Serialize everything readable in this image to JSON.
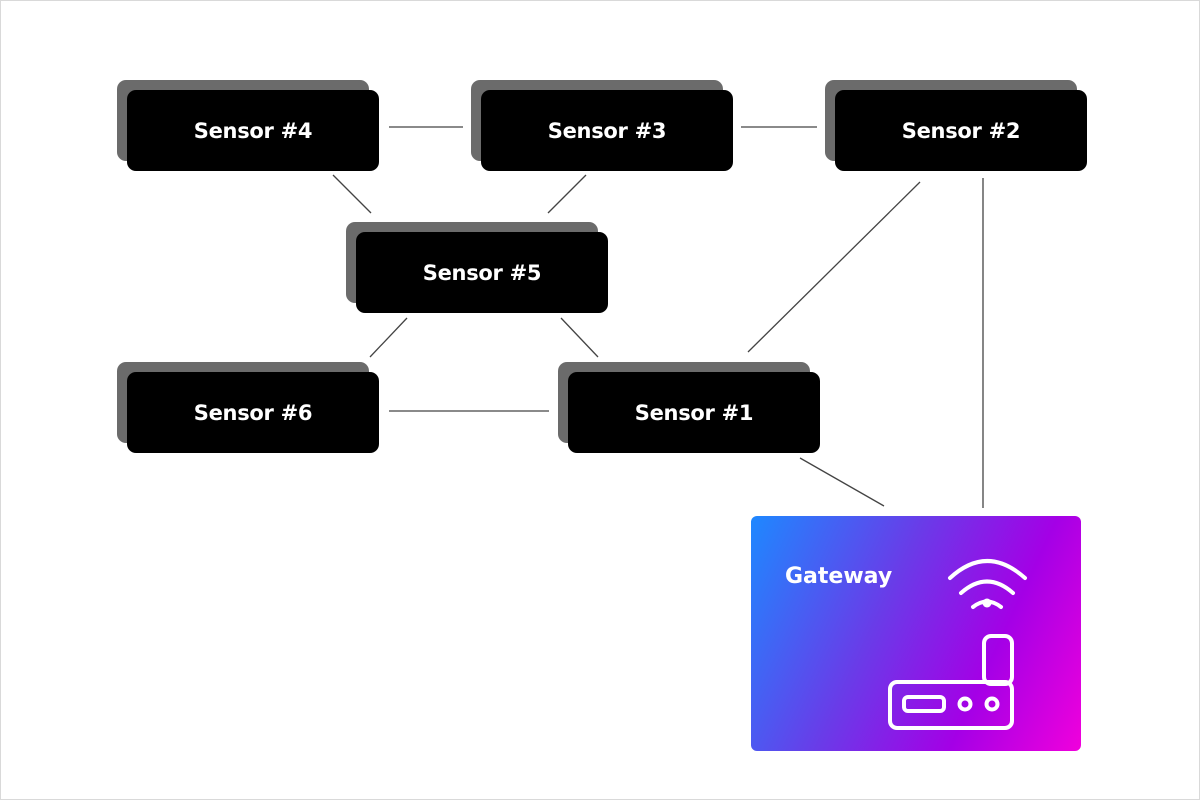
{
  "nodes": [
    {
      "id": "s4",
      "label": "Sensor #4"
    },
    {
      "id": "s3",
      "label": "Sensor #3"
    },
    {
      "id": "s2",
      "label": "Sensor #2"
    },
    {
      "id": "s5",
      "label": "Sensor #5"
    },
    {
      "id": "s6",
      "label": "Sensor #6"
    },
    {
      "id": "s1",
      "label": "Sensor #1"
    }
  ],
  "gateway": {
    "label": "Gateway",
    "icon": "wifi-router-icon",
    "gradient": [
      "#1e88ff",
      "#a400e6",
      "#f000dc"
    ]
  },
  "edges": [
    [
      "s4",
      "s3"
    ],
    [
      "s3",
      "s2"
    ],
    [
      "s4",
      "s5"
    ],
    [
      "s3",
      "s5"
    ],
    [
      "s2",
      "s1"
    ],
    [
      "s2",
      "gateway"
    ],
    [
      "s5",
      "s6"
    ],
    [
      "s5",
      "s1"
    ],
    [
      "s6",
      "s1"
    ],
    [
      "s1",
      "gateway"
    ]
  ]
}
